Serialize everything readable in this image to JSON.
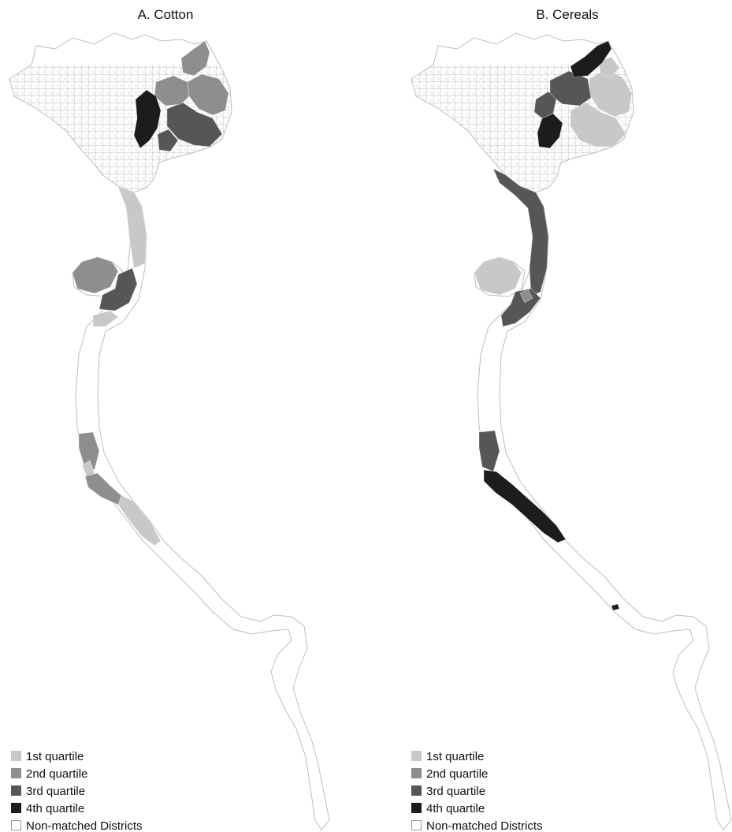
{
  "panels": [
    {
      "id": "cotton",
      "title": "A. Cotton",
      "regions": [
        {
          "name": "east-delta-a",
          "quartile": 2
        },
        {
          "name": "east-delta-b",
          "quartile": 3
        },
        {
          "name": "east-delta-c",
          "quartile": 2
        },
        {
          "name": "east-delta-d",
          "quartile": 3
        },
        {
          "name": "delta-north-east",
          "quartile": 2
        },
        {
          "name": "central-delta",
          "quartile": 4
        },
        {
          "name": "valley-upper",
          "quartile": 1
        },
        {
          "name": "fayoum",
          "quartile": 2
        },
        {
          "name": "beni-suef",
          "quartile": 3
        },
        {
          "name": "minya-north",
          "quartile": 1
        },
        {
          "name": "assiut",
          "quartile": 2
        },
        {
          "name": "sohag-north",
          "quartile": 1
        },
        {
          "name": "sohag-south",
          "quartile": 2
        },
        {
          "name": "qena",
          "quartile": 1
        }
      ]
    },
    {
      "id": "cereals",
      "title": "B. Cereals",
      "regions": [
        {
          "name": "east-delta-a",
          "quartile": 1
        },
        {
          "name": "east-delta-b",
          "quartile": 1
        },
        {
          "name": "east-delta-c",
          "quartile": 3
        },
        {
          "name": "east-delta-d",
          "quartile": 1
        },
        {
          "name": "delta-north-east",
          "quartile": 4
        },
        {
          "name": "central-delta",
          "quartile": 4
        },
        {
          "name": "central-delta-west",
          "quartile": 3
        },
        {
          "name": "valley-upper",
          "quartile": 3
        },
        {
          "name": "fayoum",
          "quartile": 1
        },
        {
          "name": "beni-suef",
          "quartile": 3
        },
        {
          "name": "minya-north",
          "quartile": 2
        },
        {
          "name": "assiut",
          "quartile": 3
        },
        {
          "name": "sohag",
          "quartile": 4
        },
        {
          "name": "qena-spot",
          "quartile": 4
        }
      ]
    }
  ],
  "legend": {
    "items": [
      {
        "label": "1st quartile",
        "color": "#c8c8c8"
      },
      {
        "label": "2nd quartile",
        "color": "#8e8e8e"
      },
      {
        "label": "3rd quartile",
        "color": "#565656"
      },
      {
        "label": "4th quartile",
        "color": "#1c1c1c"
      },
      {
        "label": "Non-matched Districts",
        "color": "#ffffff"
      }
    ]
  }
}
